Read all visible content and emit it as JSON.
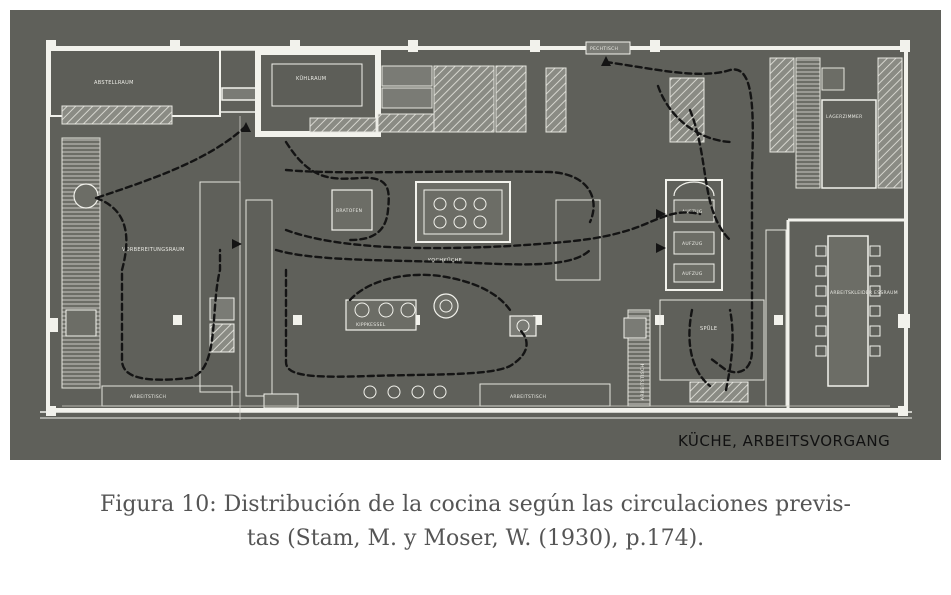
{
  "figure": {
    "stamp": "KÜCHE, ARBEITSVORGANG",
    "room_labels": {
      "abstellraum": "ABSTELLRAUM",
      "kuhlraum": "KÜHLRAUM",
      "vorbereitungsraum": "VORBEREITUNGSRAUM",
      "kochkuche": "KOCHKÜCHE",
      "spule": "SPÜLE",
      "arbeitstisch_left": "ARBEITSTISCH",
      "arbeitstisch_right": "ARBEITSTISCH",
      "arbeitstisch_vertical": "ARBEITSTISCH",
      "bratofen": "BRATOFEN",
      "kippkessel": "KIPPKESSEL",
      "aufzug_1": "AUFZUG",
      "aufzug_2": "AUFZUG",
      "aufzug_3": "AUFZUG",
      "sammelraum": "ARBEITSKLEIDER ESSRAUM",
      "lagerzimmer": "LAGERZIMMER",
      "pechtisch": "PECHTISCH"
    }
  },
  "caption": {
    "line1": "Figura 10: Distribución de la cocina según las circulaciones previs-",
    "line2": "tas (Stam, M. y Moser, W. (1930), p.174)."
  }
}
